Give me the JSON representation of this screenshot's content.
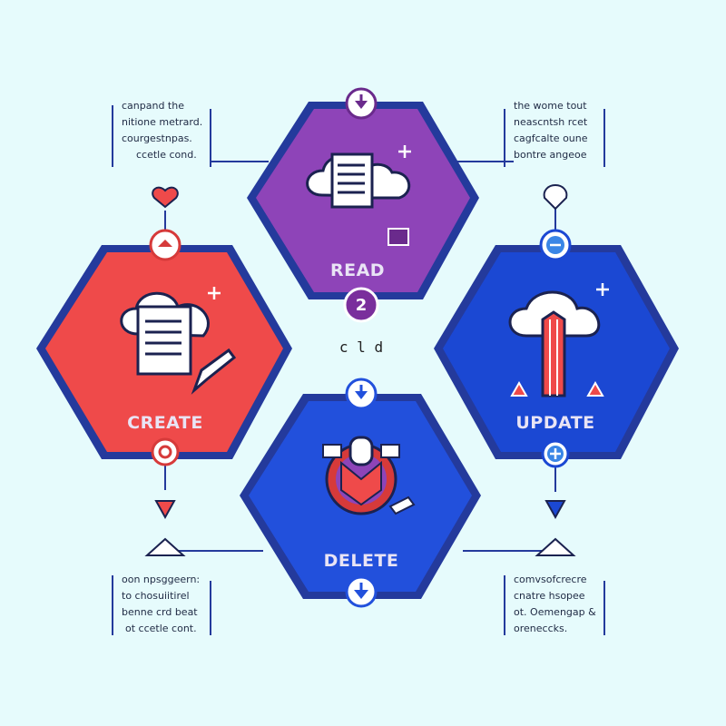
{
  "colors": {
    "background": "#e6fbfc",
    "read": "#8e44b8",
    "create": "#ef4a4a",
    "update": "#1b48d3",
    "delete": "#2250dc",
    "outline": "#243a9c"
  },
  "hexagons": {
    "read": {
      "label": "READ",
      "badge": "2",
      "icon": "document-cloud-icon"
    },
    "create": {
      "label": "CREATE",
      "icon": "document-pencil-icon"
    },
    "update": {
      "label": "UPDATE",
      "icon": "cloud-pencil-icon"
    },
    "delete": {
      "label": "DELETE",
      "icon": "shield-badge-icon"
    }
  },
  "center_text": "c l d",
  "notes": {
    "top_left": [
      "canpand the",
      "nitione metrard.",
      "courgestnpas.",
      "ccetle cond."
    ],
    "top_right": [
      "the wome tout",
      "neascntsh rcet",
      "cagfcalte oune",
      "bontre angeoe"
    ],
    "bottom_left": [
      "oon npsggeern:",
      "to chosuiitirel",
      "benne crd beat",
      "ot ccetle cont."
    ],
    "bottom_right": [
      "comvsofcrecre",
      "cnatre hsopee",
      "ot. Oemengap &",
      "oreneccks."
    ]
  }
}
